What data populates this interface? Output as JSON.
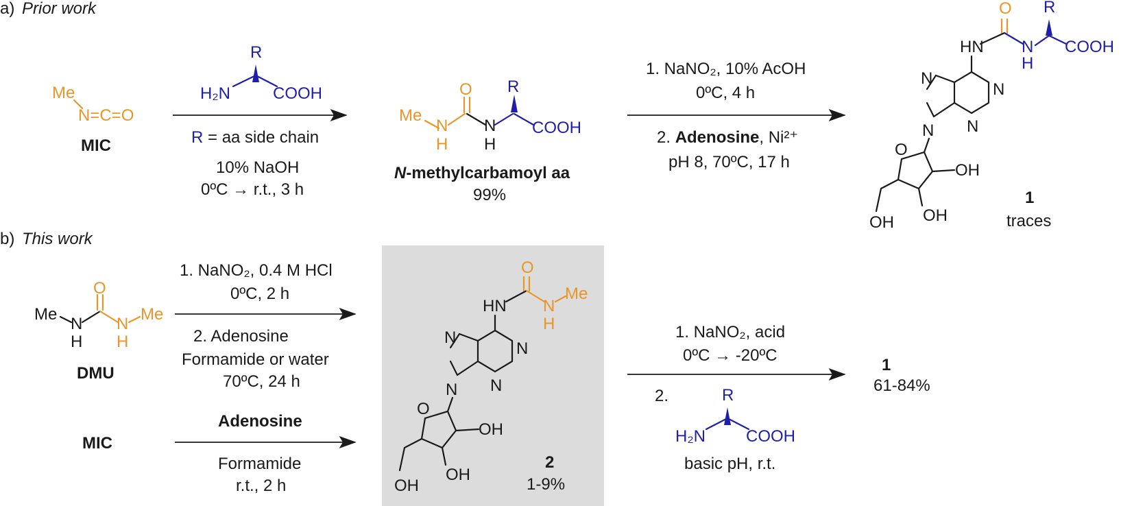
{
  "section_a": {
    "label": "a)",
    "title": "Prior work"
  },
  "section_b": {
    "label": "b)",
    "title": "This work"
  },
  "mic": {
    "me": "Me",
    "nco": "N=C=O",
    "name": "MIC"
  },
  "amino_acid": {
    "r": "R",
    "h2n": "H₂N",
    "cooh": "COOH"
  },
  "step_a1": {
    "cond1_r": "R",
    "cond1_rest": " = aa side chain",
    "cond2": "10% NaOH",
    "cond3": "0ºC → r.t., 3 h"
  },
  "intermediate_a": {
    "me": "Me",
    "o": "O",
    "n1": "N",
    "h1": "H",
    "n2": "N",
    "h2": "H",
    "r": "R",
    "cooh": "COOH",
    "name_italic": "N",
    "name_rest": "-methylcarbamoyl aa",
    "yield": "99%"
  },
  "step_a2": {
    "line1": "1. NaNO₂, 10% AcOH",
    "line2": "0ºC, 4 h",
    "line3_num": "2. ",
    "line3_bold": "Adenosine",
    "line3_rest": ", Ni²⁺",
    "line4": "pH 8, 70ºC, 17 h"
  },
  "product_1": {
    "o": "O",
    "r": "R",
    "hn": "HN",
    "n": "N",
    "h": "H",
    "cooh": "COOH",
    "n7": "N",
    "n1": "N",
    "n3": "N",
    "n9": "N",
    "o_ring": "O",
    "oh2": "OH",
    "oh3": "OH",
    "oh5": "OH",
    "num": "1",
    "yield": "traces"
  },
  "dmu": {
    "me1": "Me",
    "n1": "N",
    "h1": "H",
    "o": "O",
    "n2": "N",
    "h2": "H",
    "me2": "Me",
    "name": "DMU"
  },
  "step_b1": {
    "line1": "1. NaNO₂, 0.4 M HCl",
    "line2": "0ºC, 2 h",
    "line3": "2. Adenosine",
    "line4": "Formamide or water",
    "line5": "70ºC, 24 h"
  },
  "step_b2": {
    "reactant": "MIC",
    "above": "Adenosine",
    "below1": "Formamide",
    "below2": "r.t., 2 h"
  },
  "product_2": {
    "o": "O",
    "hn": "HN",
    "n": "N",
    "h": "H",
    "me": "Me",
    "n7": "N",
    "n1": "N",
    "n3": "N",
    "n9": "N",
    "o_ring": "O",
    "oh2": "OH",
    "oh3": "OH",
    "oh5": "OH",
    "num": "2",
    "yield": "1-9%",
    "highlight_color": "#dcdcdc"
  },
  "step_b3": {
    "line1": "1. NaNO₂, acid",
    "line2": "0ºC → -20ºC",
    "line3": "2.",
    "r": "R",
    "h2n": "H₂N",
    "cooh": "COOH",
    "line4": "basic pH, r.t."
  },
  "product_1b": {
    "num": "1",
    "yield": "61-84%"
  },
  "colors": {
    "orange": "#e8962a",
    "blue": "#1f1fa8",
    "black": "#1a1a1a",
    "box": "#dcdcdc"
  }
}
